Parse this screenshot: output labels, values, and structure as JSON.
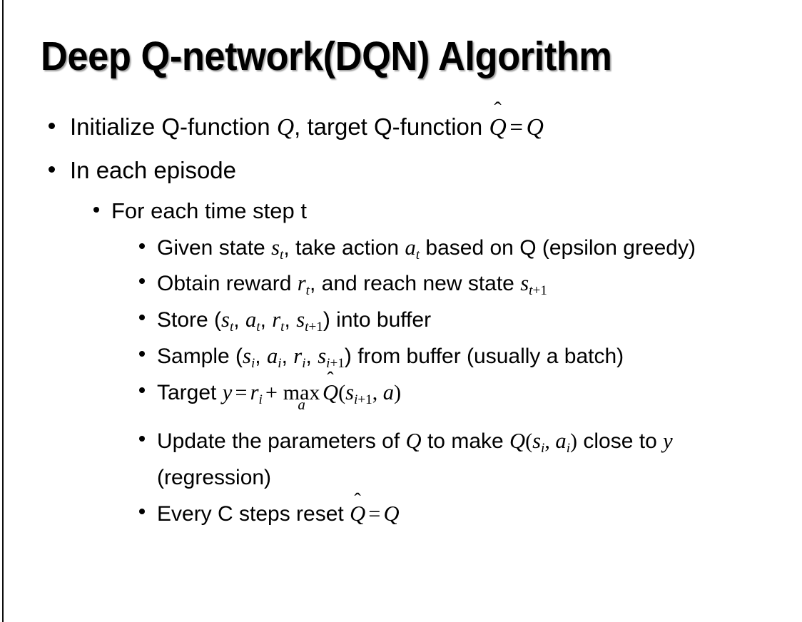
{
  "slide": {
    "title": "Deep Q-network(DQN) Algorithm",
    "background_color": "#ffffff",
    "text_color": "#000000",
    "edge_rule_color": "#0d0d0d"
  },
  "bullets": {
    "initialize": {
      "prefix": "Initialize Q-function ",
      "var_q1": "Q",
      "mid": ", target Q-function ",
      "q_hat": "Q",
      "hat": "̂",
      "equals": "=",
      "var_q2": "Q"
    },
    "in_each_episode": "In each episode",
    "for_each_time_step": "For each time step t",
    "given_state": {
      "p1": "Given state ",
      "s": "s",
      "s_sub": "t",
      "p2": ", take action ",
      "a": "a",
      "a_sub": "t",
      "p3": " based on Q (epsilon greedy)"
    },
    "obtain_reward": {
      "p1": "Obtain reward ",
      "r": "r",
      "r_sub": "t",
      "p2": ", and reach new state ",
      "s": "s",
      "s_sub_var": "t",
      "s_sub_num": "+1"
    },
    "store": {
      "p1": "Store (",
      "s": "s",
      "s_sub": "t",
      "c1": ", ",
      "a": "a",
      "a_sub": "t",
      "c2": ", ",
      "r": "r",
      "r_sub": "t",
      "c3": ", ",
      "s2": "s",
      "s2_sub_var": "t",
      "s2_sub_num": "+1",
      "p2": ") into buffer"
    },
    "sample": {
      "p1": "Sample (",
      "s": "s",
      "s_sub": "i",
      "c1": ", ",
      "a": "a",
      "a_sub": "i",
      "c2": ", ",
      "r": "r",
      "r_sub": "i",
      "c3": ", ",
      "s2": "s",
      "s2_sub_var": "i",
      "s2_sub_num": "+1",
      "p2": ") from buffer (usually a batch)"
    },
    "target": {
      "p1": "Target ",
      "y": "y",
      "equals": "=",
      "r": "r",
      "r_sub": "i",
      "plus": "+",
      "max": "max",
      "max_limit": "a",
      "q_hat": "Q",
      "hat": "̂",
      "paren_open": "(",
      "s": "s",
      "s_sub_var": "i",
      "s_sub_num": "+1",
      "comma": ", ",
      "a": "a",
      "paren_close": ")"
    },
    "update": {
      "p1": "Update the parameters of ",
      "q1": "Q",
      "p2": " to make ",
      "q2": "Q",
      "paren_open": "(",
      "s": "s",
      "s_sub": "i",
      "comma": ", ",
      "a": "a",
      "a_sub": "i",
      "paren_close": ")",
      "p3": " close to ",
      "y": "y",
      "p4": " (regression)"
    },
    "every_c_steps": {
      "p1": "Every C steps reset ",
      "q_hat": "Q",
      "hat": "̂",
      "equals": "=",
      "q": "Q"
    }
  }
}
